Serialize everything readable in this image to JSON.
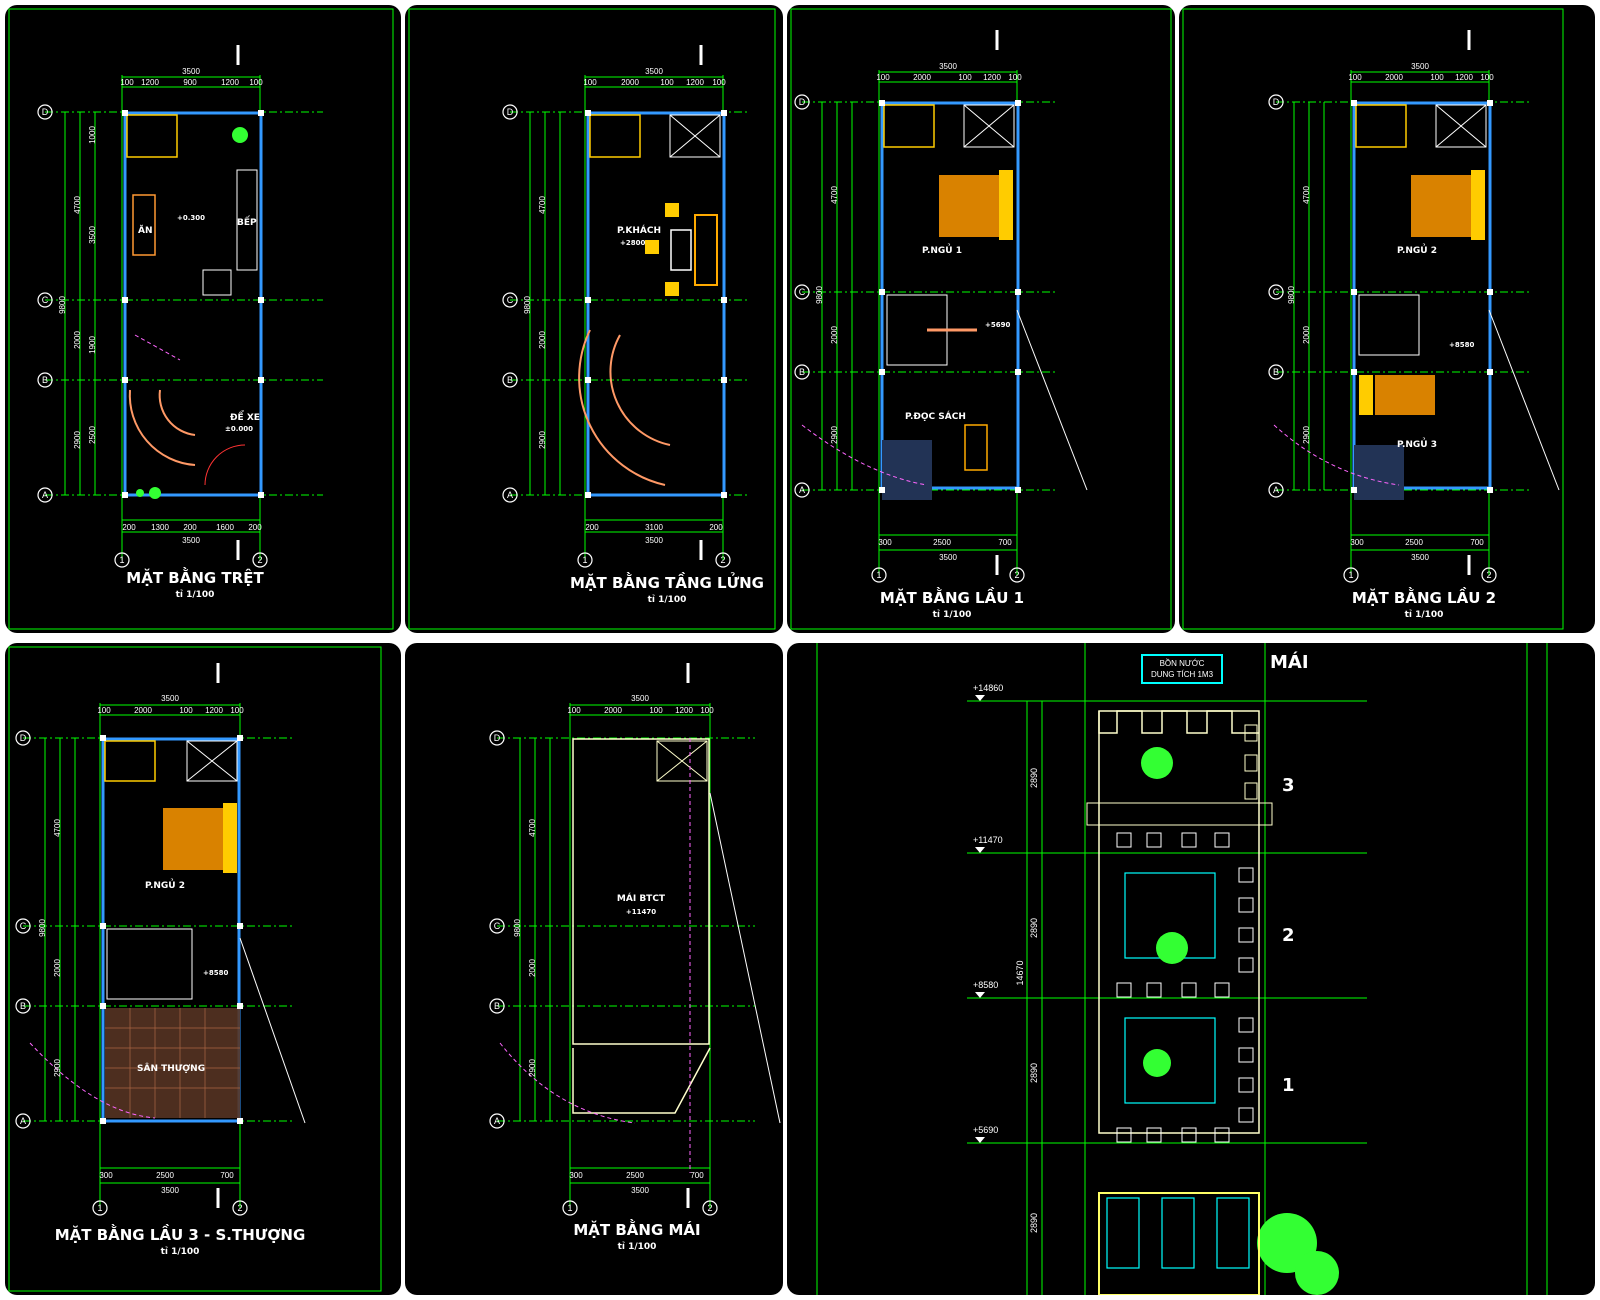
{
  "sheets": [
    {
      "title": "MẶT BẰNG TRỆT",
      "scale": "tỉ 1/100",
      "rooms": [
        "ĂN",
        "BẾP",
        "ĐỂ XE"
      ],
      "levels": [
        "+0.300",
        "±0.000"
      ],
      "top_dim": "3500",
      "top_sub": [
        "100",
        "1200",
        "900",
        "1200",
        "100"
      ],
      "bottom_dim": "3500",
      "bottom_sub": [
        "200",
        "1300",
        "200",
        "1600",
        "200"
      ]
    },
    {
      "title": "MẶT BẰNG TẦNG LỬNG",
      "scale": "tỉ 1/100",
      "rooms": [
        "P.KHÁCH"
      ],
      "levels": [
        "+2800"
      ],
      "top_dim": "3500",
      "top_sub": [
        "100",
        "2000",
        "100",
        "1200",
        "100"
      ],
      "bottom_dim": "3500",
      "bottom_sub": [
        "200",
        "3100",
        "200"
      ]
    },
    {
      "title": "MẶT BẰNG LẦU 1",
      "scale": "tỉ 1/100",
      "rooms": [
        "P.NGỦ 1",
        "P.ĐỌC SÁCH"
      ],
      "levels": [
        "+5690"
      ],
      "top_dim": "3500",
      "top_sub": [
        "100",
        "2000",
        "100",
        "1200",
        "100"
      ],
      "bottom_dim": "3500",
      "bottom_sub": [
        "300",
        "2500",
        "700"
      ]
    },
    {
      "title": "MẶT BẰNG LẦU 2",
      "scale": "tỉ 1/100",
      "rooms": [
        "P.NGỦ 2",
        "P.NGỦ 3"
      ],
      "levels": [
        "+8580"
      ],
      "top_dim": "3500",
      "top_sub": [
        "100",
        "2000",
        "100",
        "1200",
        "100"
      ],
      "bottom_dim": "3500",
      "bottom_sub": [
        "300",
        "2500",
        "700"
      ]
    },
    {
      "title": "MẶT BẰNG LẦU 3 - S.THƯỢNG",
      "scale": "tỉ 1/100",
      "rooms": [
        "P.NGỦ 2",
        "SÂN THƯỢNG"
      ],
      "levels": [
        "+8580"
      ],
      "top_dim": "3500",
      "top_sub": [
        "100",
        "2000",
        "100",
        "1200",
        "100"
      ],
      "bottom_dim": "3500",
      "bottom_sub": [
        "300",
        "2500",
        "700"
      ]
    },
    {
      "title": "MẶT BẰNG MÁI",
      "scale": "tỉ 1/100",
      "rooms": [
        "MÁI BTCT"
      ],
      "levels": [
        "+11470"
      ],
      "top_dim": "3500",
      "top_sub": [
        "100",
        "2000",
        "100",
        "1200",
        "100"
      ],
      "bottom_dim": "3500",
      "bottom_sub": [
        "300",
        "2500",
        "700"
      ]
    }
  ],
  "grid_rows": [
    "D",
    "C",
    "B",
    "A"
  ],
  "grid_cols": [
    "1",
    "2"
  ],
  "side_dims": [
    "9800",
    "4700",
    "2000",
    "2900",
    "1000",
    "3500",
    "1900",
    "2500"
  ],
  "elevation": {
    "roof_label": "MÁI",
    "tank_label": [
      "BỒN NƯỚC",
      "DUNG TÍCH 1M3"
    ],
    "levels": [
      "+14860",
      "+11470",
      "+8580",
      "+5690"
    ],
    "floors": [
      "3",
      "2",
      "1"
    ],
    "heights": [
      "2890",
      "2890",
      "2890",
      "2890"
    ],
    "total_height": "14670"
  }
}
